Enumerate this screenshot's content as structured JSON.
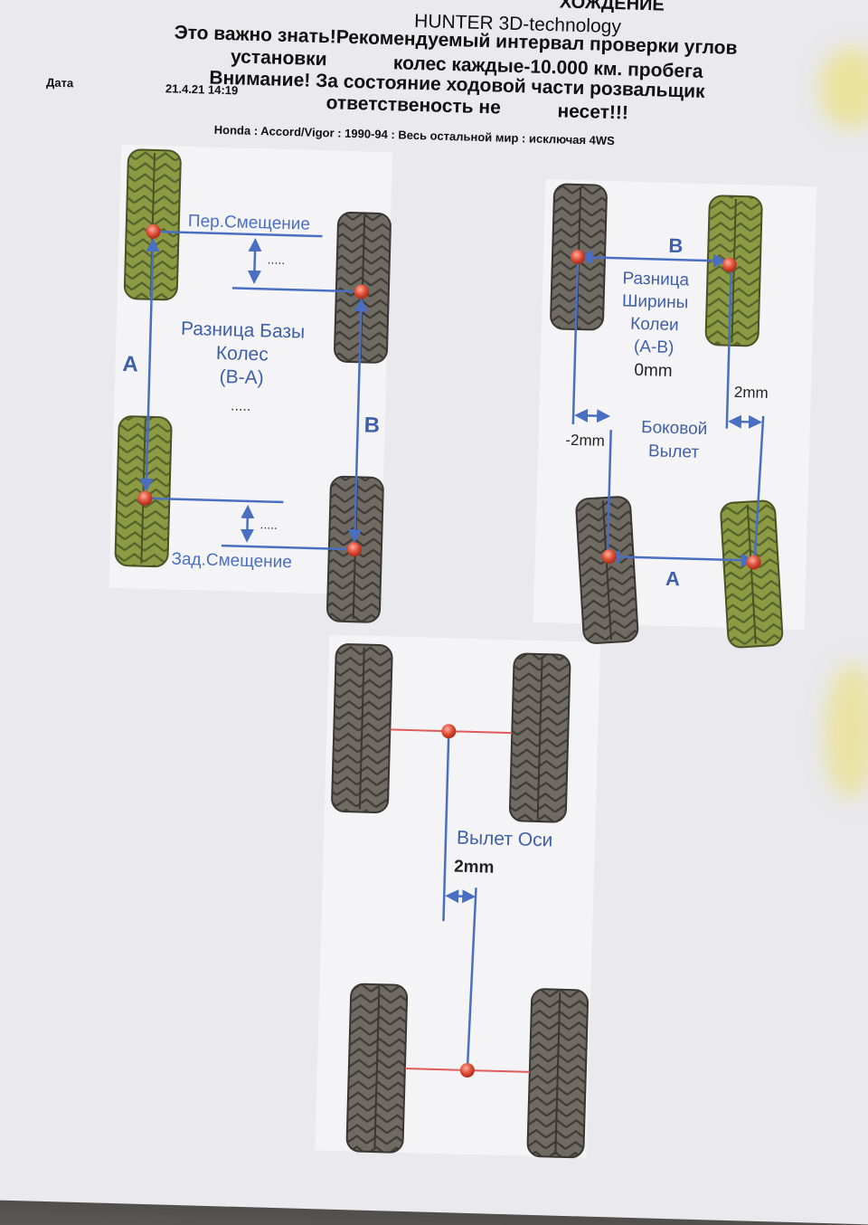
{
  "header": {
    "top_cut": "ХОЖДЕНИЕ",
    "brand": "HUNTER 3D-technology",
    "line1": "Это важно знать!Рекомендуемый интервал проверки углов",
    "line2a": "установки",
    "line2b": "колес каждые-10.000 км. пробега",
    "line3": "Внимание! За состояние ходовой части розвальщик",
    "line4a": "ответственость не",
    "line4b": "несет!!!",
    "date_label": "Дата",
    "date_value": "21.4.21 14:19",
    "vehicle": "Honda : Accord/Vigor : 1990-94 : Весь остальной мир : исключая 4WS"
  },
  "diagram_wheelbase": {
    "front_offset_label": "Пер.Смещение",
    "rear_offset_label": "Зад.Смещение",
    "front_dots": ".....",
    "rear_dots": ".....",
    "center_title_1": "Разница Базы",
    "center_title_2": "Колес",
    "center_title_3": "(B-A)",
    "center_value": ".....",
    "label_a": "A",
    "label_b": "B"
  },
  "diagram_track": {
    "label_b": "B",
    "label_a": "A",
    "title_1": "Разница",
    "title_2": "Ширины",
    "title_3": "Колеи",
    "title_4": "(A-B)",
    "track_value": "0mm",
    "left_value": "-2mm",
    "right_value": "2mm",
    "side_label_1": "Боковой",
    "side_label_2": "Вылет"
  },
  "diagram_axle": {
    "label": "Вылет Оси",
    "value": "2mm"
  },
  "colors": {
    "paper": "#e9e9ee",
    "blue_line": "#4a6fc2",
    "blue_text": "#3f5fa8",
    "red_dot": "#e0513a",
    "red_line": "#e05a5a",
    "green_tire": "#8a9640",
    "dark_tire": "#6e6860"
  }
}
